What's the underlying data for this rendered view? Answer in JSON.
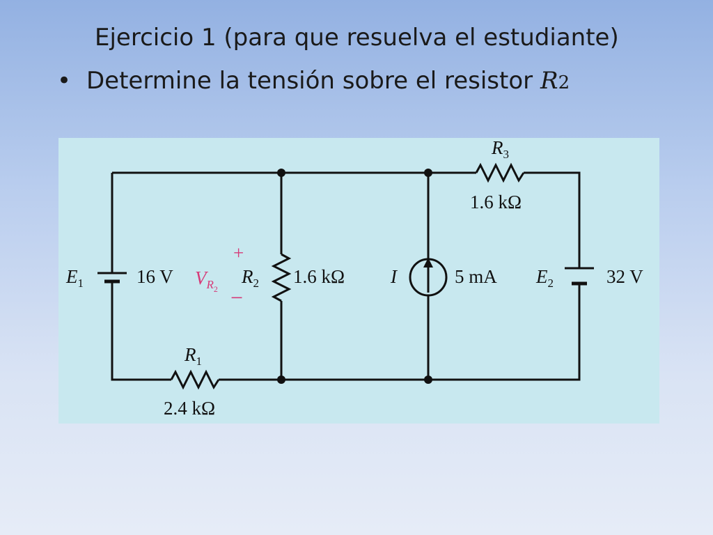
{
  "slide": {
    "title": "Ejercicio 1 (para que resuelva el estudiante)",
    "bullet_text": "Determine la tensión sobre el resistor ",
    "bullet_math_letter": "R",
    "bullet_math_sub": "2",
    "bullet_symbol": "•"
  },
  "circuit": {
    "e1_letter": "E",
    "e1_sub": "1",
    "e1_value": "16 V",
    "vr2_letter": "V",
    "vr2_sub_letter": "R",
    "vr2_sub_num": "2",
    "vr2_plus": "+",
    "vr2_minus": "−",
    "r2_letter": "R",
    "r2_sub": "2",
    "r2_value": "1.6 kΩ",
    "i_label": "I",
    "i_value": "5 mA",
    "e2_letter": "E",
    "e2_sub": "2",
    "e2_value": "32 V",
    "r3_letter": "R",
    "r3_sub": "3",
    "r3_value": "1.6 kΩ",
    "r1_letter": "R",
    "r1_sub": "1",
    "r1_value": "2.4 kΩ",
    "colors": {
      "panel": "#c8e8ef",
      "wire": "#111111",
      "vr2_accent": "#d63a78"
    }
  }
}
